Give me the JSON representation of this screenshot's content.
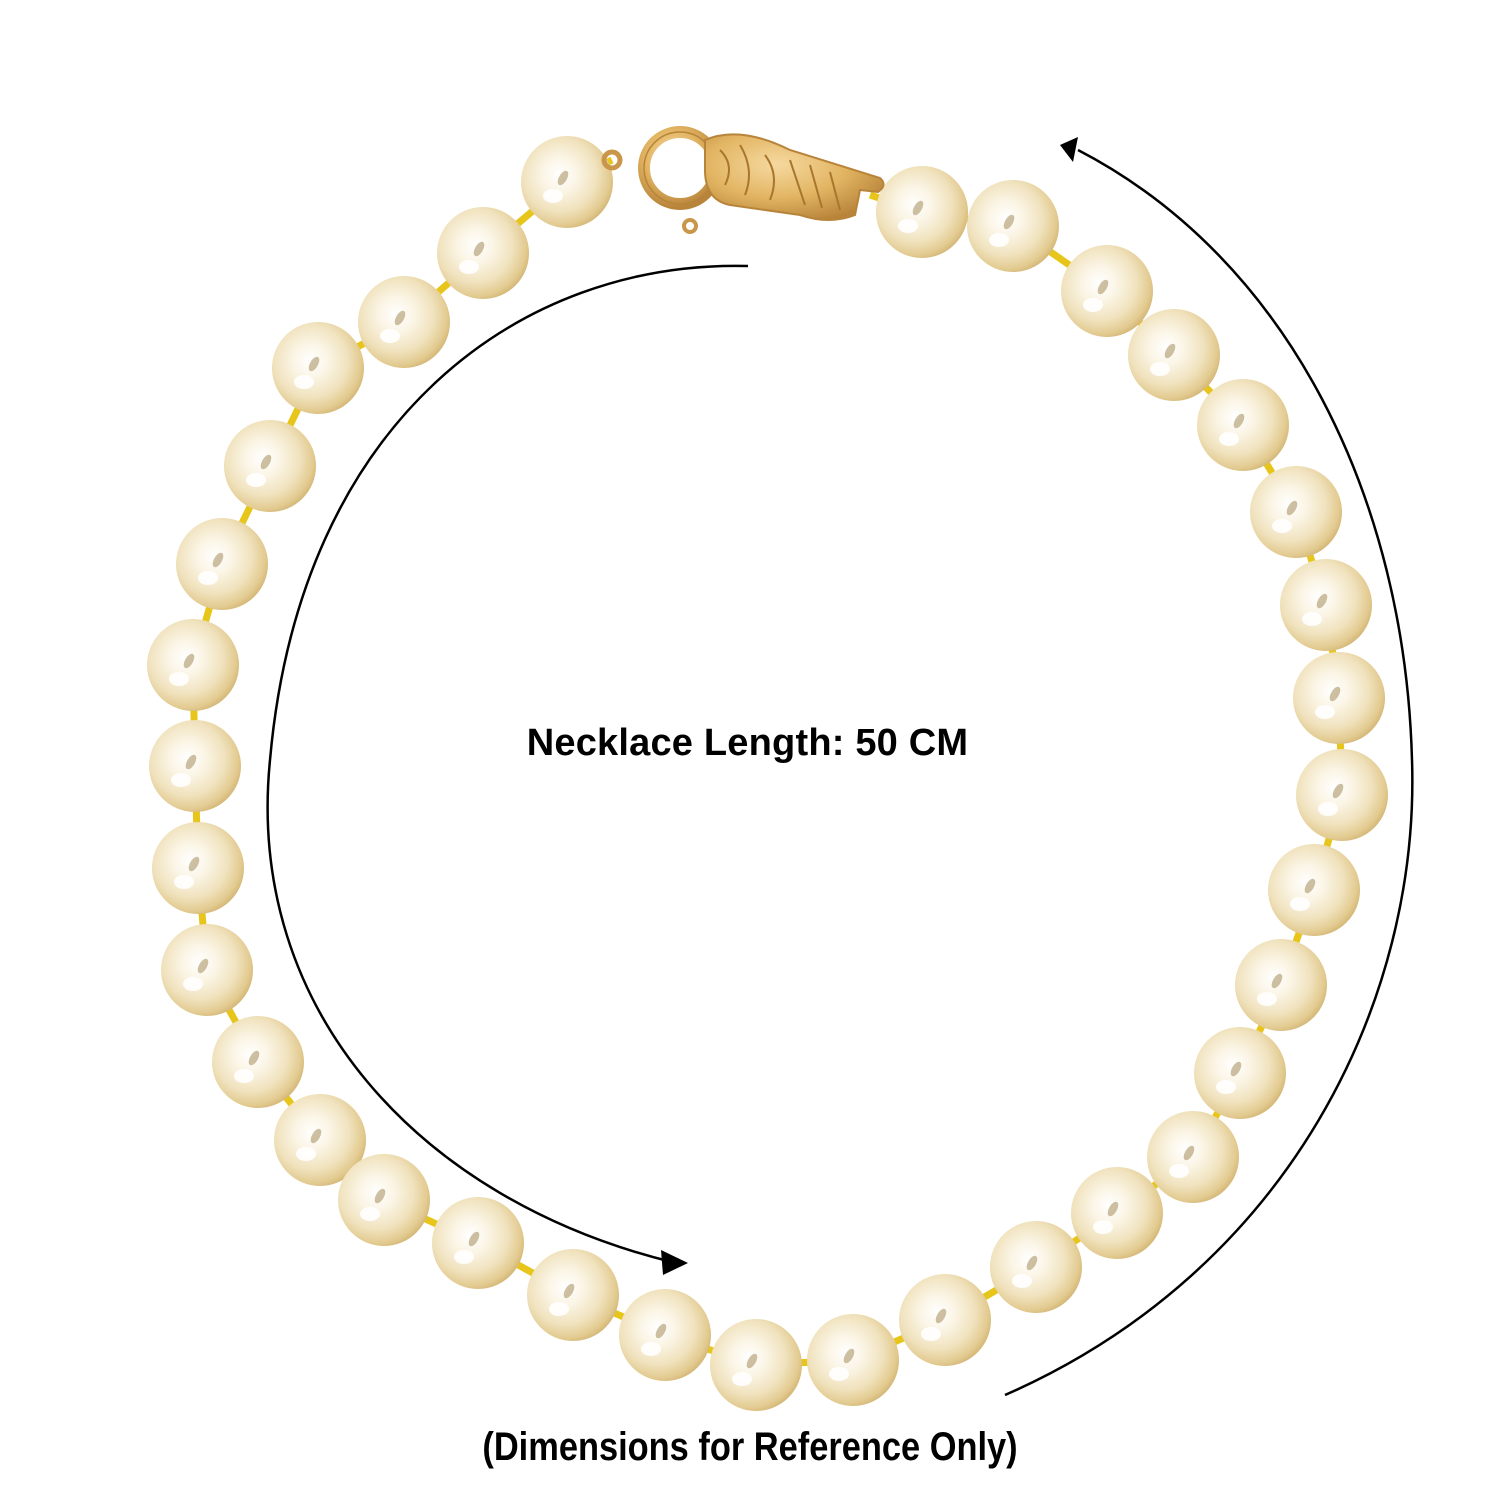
{
  "product_image": {
    "subject": "pearl necklace with gold clasp",
    "pearl_count": 34,
    "colors": {
      "background": "#ffffff",
      "pearl_light": "#fbf6ea",
      "pearl_mid": "#efe0b8",
      "pearl_dark": "#d9bf80",
      "knot": "#e8c51a",
      "clasp_gold": "#e2b563",
      "clasp_shadow": "#b8843a",
      "arrow": "#000000"
    }
  },
  "labels": {
    "length": "Necklace Length: 50 CM",
    "disclaimer": "(Dimensions for Reference Only)"
  },
  "annotations": {
    "left_arrow": "arrow-curving-down-left-side",
    "right_arrow": "arrow-curving-up-right-side"
  }
}
